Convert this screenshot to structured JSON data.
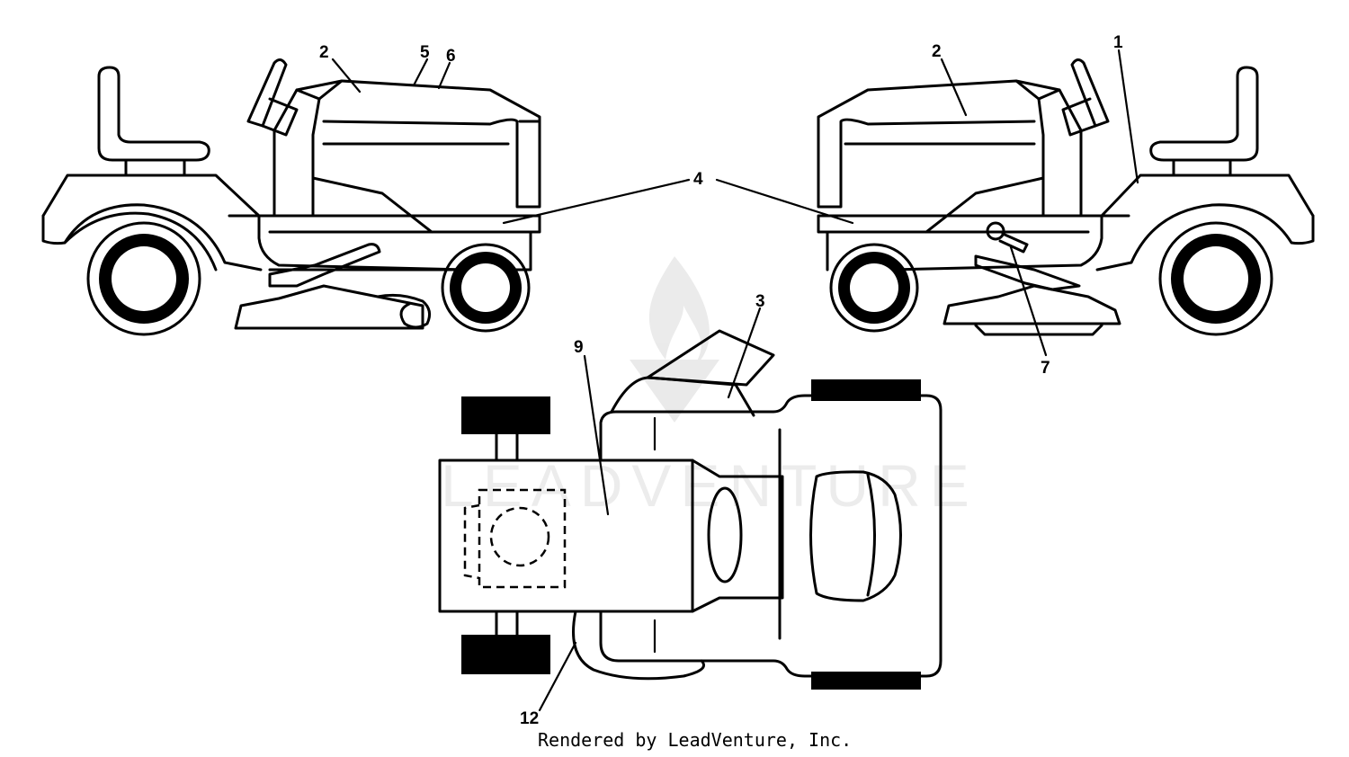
{
  "callouts": {
    "left_2": "2",
    "left_5": "5",
    "left_6": "6",
    "right_2": "2",
    "right_1": "1",
    "center_4": "4",
    "right_7": "7",
    "top_3": "3",
    "top_9": "9",
    "top_12": "12"
  },
  "credit": "Rendered by LeadVenture, Inc.",
  "watermark": "LEADVENTURE"
}
